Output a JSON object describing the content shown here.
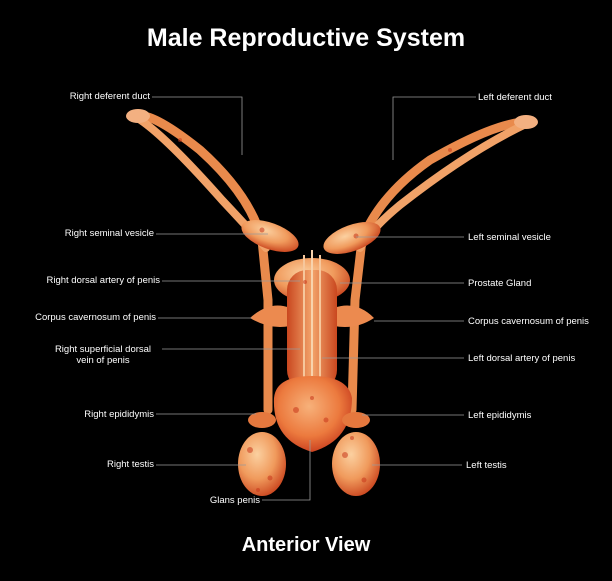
{
  "title": "Male Reproductive System",
  "subtitle": "Anterior View",
  "labels": {
    "right_deferent_duct": "Right deferent duct",
    "left_deferent_duct": "Left deferent duct",
    "right_seminal_vesicle": "Right seminal vesicle",
    "left_seminal_vesicle": "Left seminal vesicle",
    "right_dorsal_artery": "Right dorsal artery of penis",
    "prostate_gland": "Prostate Gland",
    "corpus_cavernosum_left_text": "Corpus cavernosum of penis",
    "corpus_cavernosum_right_text": "Corpus cavernosum of penis",
    "right_superficial_dorsal_vein_line1": "Right superficial dorsal",
    "right_superficial_dorsal_vein_line2": "vein of penis",
    "left_dorsal_artery": "Left dorsal artery of penis",
    "right_epididymis": "Right epididymis",
    "left_epididymis": "Left epididymis",
    "right_testis": "Right testis",
    "left_testis": "Left testis",
    "glans_penis": "Glans penis"
  },
  "colors": {
    "background": "#000000",
    "text": "#ffffff",
    "leader_line": "#9a9a9a",
    "tissue_light": "#f6b27a",
    "tissue_mid": "#ee8a4a",
    "tissue_dark": "#d2451f"
  }
}
